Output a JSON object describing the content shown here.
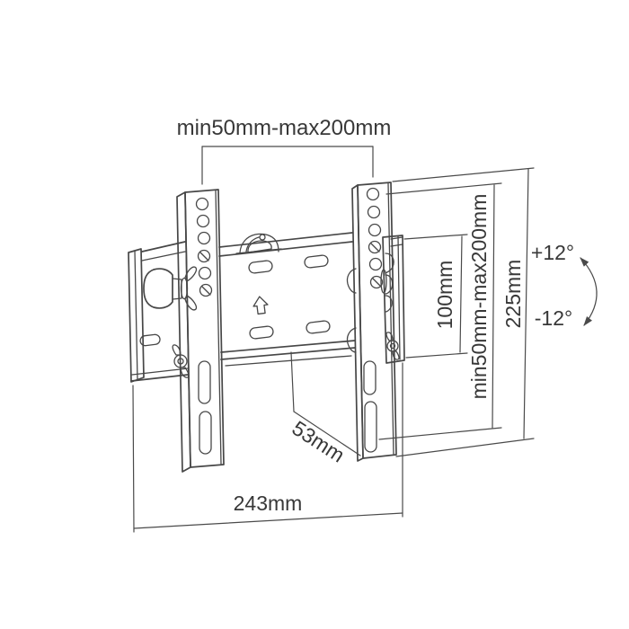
{
  "diagram": {
    "subject": "Tilting TV wall mount bracket - dimensioned technical line drawing",
    "background_color": "#ffffff",
    "line_color": "#474747",
    "text_color": "#383838",
    "labels": {
      "top_hole_spacing": "min50mm-max200mm",
      "inner_hole_height": "100mm",
      "side_hole_spacing": "min50mm-max200mm",
      "overall_height": "225mm",
      "tilt_up": "+12°",
      "tilt_down": "-12°",
      "mount_depth": "53mm",
      "overall_width": "243mm"
    }
  }
}
